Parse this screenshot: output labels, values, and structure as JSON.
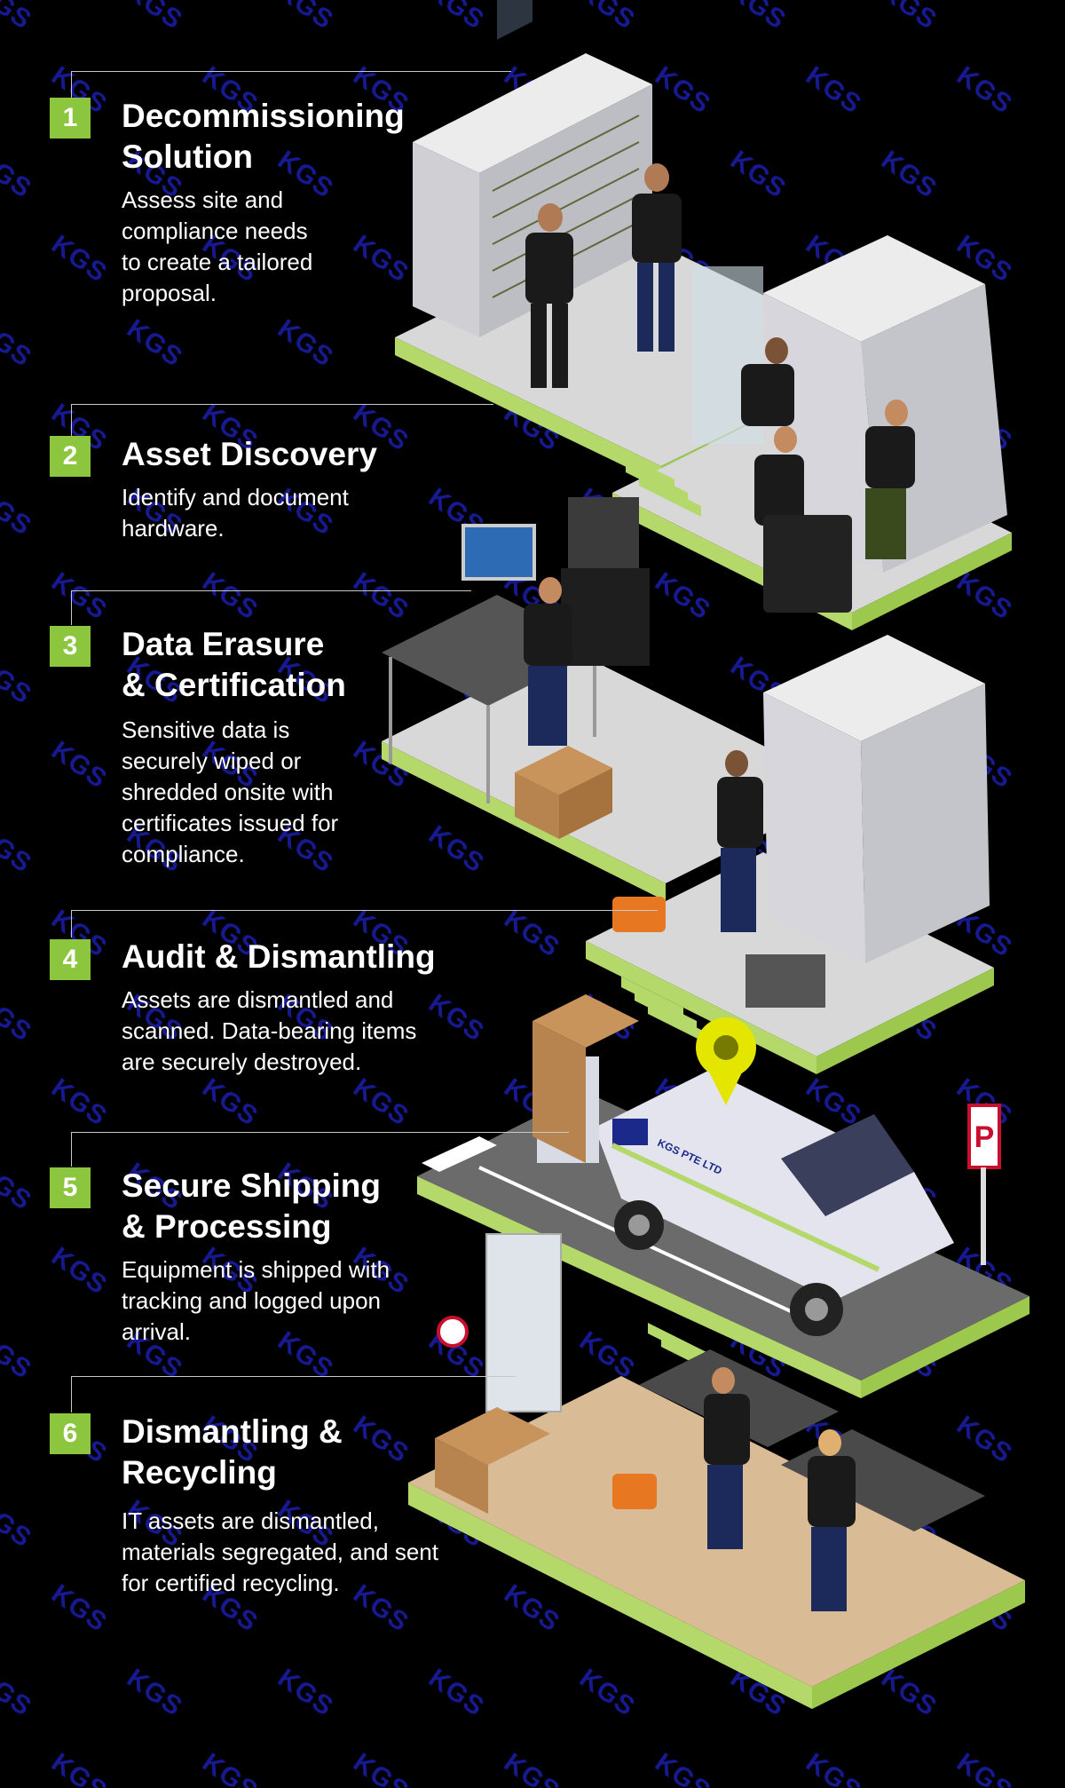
{
  "watermark": "KGS",
  "colors": {
    "accent": "#8cc63f",
    "background": "#000000",
    "watermark": "#1b1ea8"
  },
  "steps": [
    {
      "number": "1",
      "title": "Decommissioning\nSolution",
      "description": "Assess site and\ncompliance needs\nto create a tailored\nproposal."
    },
    {
      "number": "2",
      "title": "Asset Discovery",
      "description": "Identify and document\nhardware."
    },
    {
      "number": "3",
      "title": "Data Erasure\n& Certification",
      "description": "Sensitive data is\nsecurely wiped or\nshredded onsite with\ncertificates issued for\ncompliance."
    },
    {
      "number": "4",
      "title": "Audit & Dismantling",
      "description": "Assets are dismantled and\nscanned. Data-bearing items\nare securely destroyed."
    },
    {
      "number": "5",
      "title": "Secure Shipping\n& Processing",
      "description": "Equipment is shipped with\ntracking and logged upon\narrival."
    },
    {
      "number": "6",
      "title": "Dismantling &\nRecycling",
      "description": "IT assets are dismantled,\nmaterials segregated, and sent\nfor certified recycling."
    }
  ],
  "illustration": {
    "van_logo": "KGS PTE LTD",
    "parking_sign": "P"
  }
}
